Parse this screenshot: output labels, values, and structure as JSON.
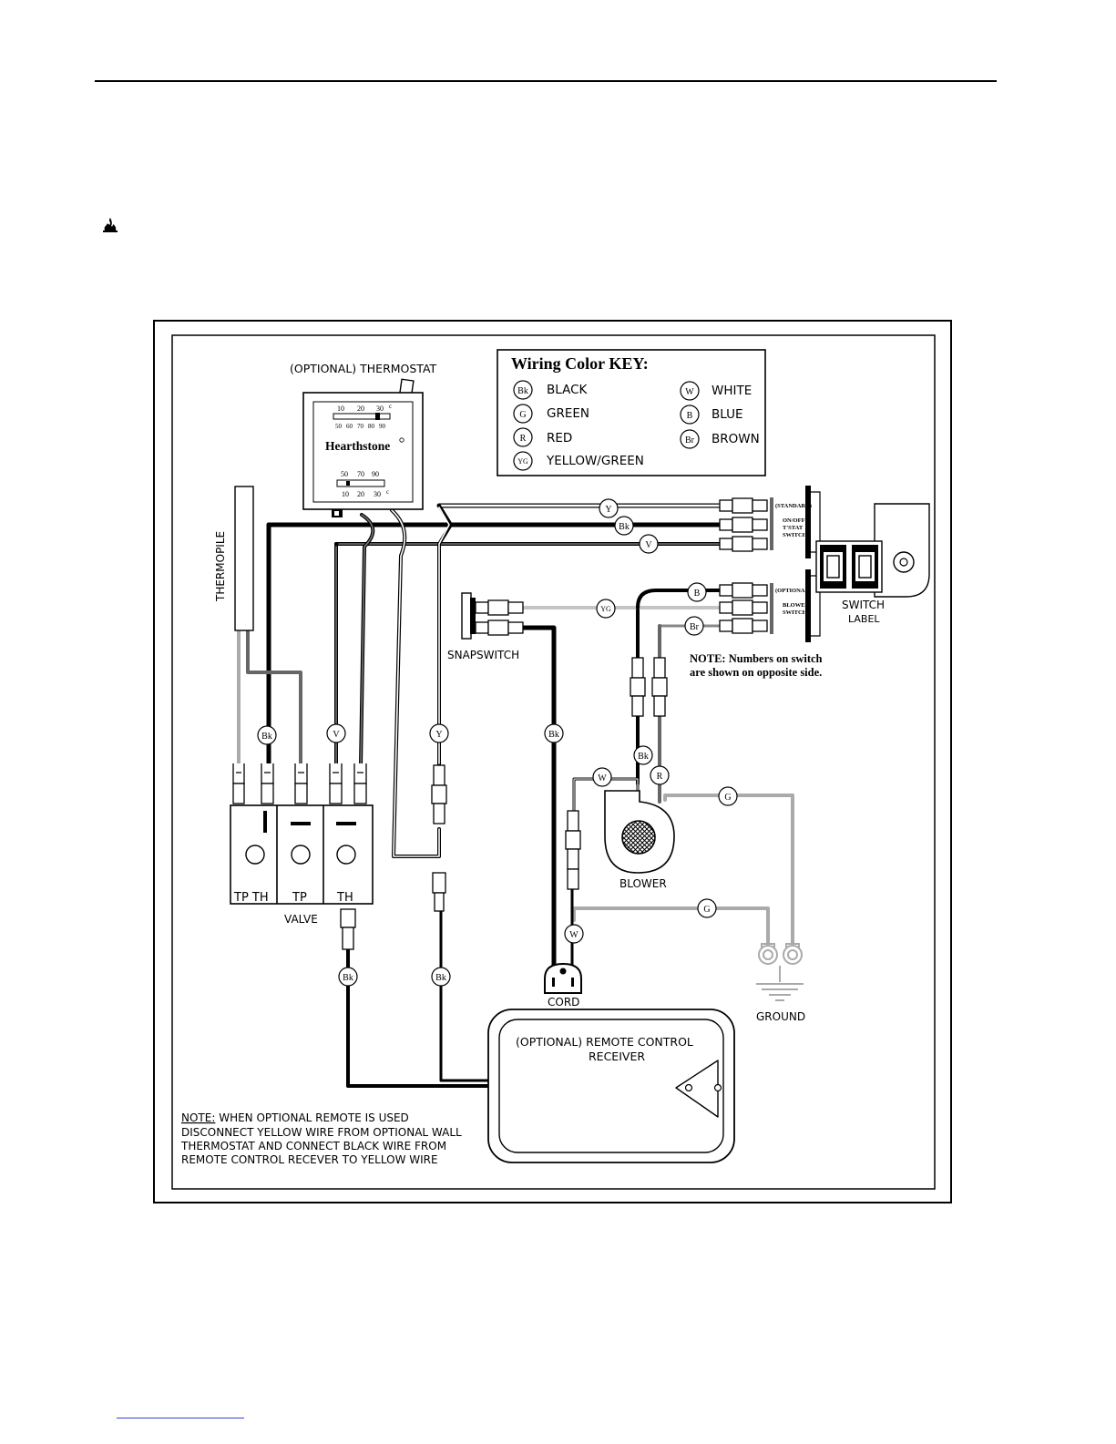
{
  "diagram": {
    "thermostat": {
      "label": "(OPTIONAL)  THERMOSTAT",
      "brand": "Hearthstone",
      "scale_top": [
        "10",
        "20",
        "30",
        "c"
      ],
      "scale_mid": [
        "50",
        "60",
        "70",
        "80",
        "90"
      ],
      "scale_bottom_top": [
        "50",
        "70",
        "90"
      ],
      "scale_bottom": [
        "10",
        "20",
        "30",
        "c"
      ]
    },
    "key": {
      "title": "Wiring Color KEY:",
      "items": [
        {
          "code": "Bk",
          "name": "BLACK"
        },
        {
          "code": "G",
          "name": "GREEN"
        },
        {
          "code": "R",
          "name": "RED"
        },
        {
          "code": "YG",
          "name": "YELLOW/GREEN"
        },
        {
          "code": "W",
          "name": "WHITE"
        },
        {
          "code": "B",
          "name": "BLUE"
        },
        {
          "code": "Br",
          "name": "BROWN"
        }
      ]
    },
    "components": {
      "thermopile": "THERMOPILE",
      "snapswitch": "SNAPSWITCH",
      "valve": "VALVE",
      "valve_ports": [
        "TP TH",
        "TP",
        "TH"
      ],
      "blower": "BLOWER",
      "cord": "CORD",
      "ground": "GROUND",
      "switch_label_line1": "SWITCH",
      "switch_label_line2": "LABEL",
      "std_switch": [
        "(STANDARD)",
        "ON/OFF",
        "T'STAT",
        "SWITCH"
      ],
      "opt_switch": [
        "(OPTIONAL)",
        "BLOWER",
        "SWITCH"
      ],
      "remote_line1": "(OPTIONAL)  REMOTE  CONTROL",
      "remote_line2": "RECEIVER"
    },
    "wire_tags": [
      "Y",
      "Bk",
      "V",
      "B",
      "YG",
      "Br",
      "Bk",
      "V",
      "Y",
      "Bk",
      "Bk",
      "R",
      "W",
      "G",
      "G",
      "W",
      "Bk",
      "Bk"
    ],
    "switch_note_line1": "NOTE: Numbers on switch",
    "switch_note_line2": "are shown on opposite side.",
    "remote_note": {
      "label": "NOTE:",
      "line1": " WHEN  OPTIONAL  REMOTE  IS  USED",
      "line2": "DISCONNECT  YELLOW  WIRE  FROM  OPTIONAL  WALL",
      "line3": "THERMOSTAT  AND  CONNECT  BLACK  WIRE  FROM",
      "line4": "REMOTE  CONTROL  RECEVER  TO  YELLOW  WIRE"
    }
  }
}
